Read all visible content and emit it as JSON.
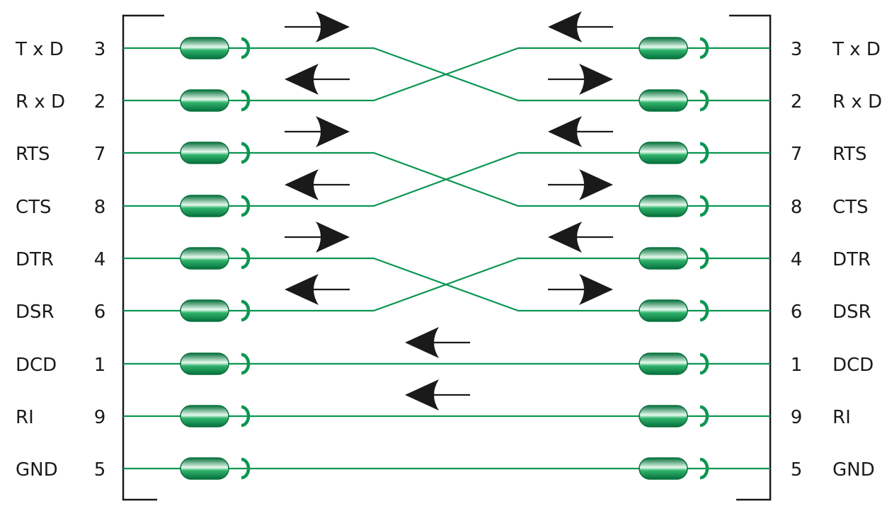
{
  "colors": {
    "wire": "#0b9652",
    "connector_dark": "#06703c",
    "connector_light": "#e8fbef",
    "ink": "#1a1a1a"
  },
  "left_connector": {
    "pins": [
      {
        "signal": "T x D",
        "number": "3"
      },
      {
        "signal": "R x D",
        "number": "2"
      },
      {
        "signal": "RTS",
        "number": "7"
      },
      {
        "signal": "CTS",
        "number": "8"
      },
      {
        "signal": "DTR",
        "number": "4"
      },
      {
        "signal": "DSR",
        "number": "6"
      },
      {
        "signal": "DCD",
        "number": "1"
      },
      {
        "signal": "RI",
        "number": "9"
      },
      {
        "signal": "GND",
        "number": "5"
      }
    ]
  },
  "right_connector": {
    "pins": [
      {
        "signal": "T x D",
        "number": "3"
      },
      {
        "signal": "R x D",
        "number": "2"
      },
      {
        "signal": "RTS",
        "number": "7"
      },
      {
        "signal": "CTS",
        "number": "8"
      },
      {
        "signal": "DTR",
        "number": "4"
      },
      {
        "signal": "DSR",
        "number": "6"
      },
      {
        "signal": "DCD",
        "number": "1"
      },
      {
        "signal": "RI",
        "number": "9"
      },
      {
        "signal": "GND",
        "number": "5"
      }
    ]
  },
  "wiring": [
    {
      "from_left": "T x D",
      "to_right": "R x D",
      "crossed": true
    },
    {
      "from_left": "R x D",
      "to_right": "T x D",
      "crossed": true
    },
    {
      "from_left": "RTS",
      "to_right": "CTS",
      "crossed": true
    },
    {
      "from_left": "CTS",
      "to_right": "RTS",
      "crossed": true
    },
    {
      "from_left": "DTR",
      "to_right": "DSR",
      "crossed": true
    },
    {
      "from_left": "DSR",
      "to_right": "DTR",
      "crossed": true
    },
    {
      "from_left": "DCD",
      "to_right": "DCD",
      "crossed": false
    },
    {
      "from_left": "RI",
      "to_right": "RI",
      "crossed": false
    },
    {
      "from_left": "GND",
      "to_right": "GND",
      "crossed": false
    }
  ],
  "signal_arrows": [
    {
      "signal": "T x D",
      "side": "left",
      "direction": "right"
    },
    {
      "signal": "R x D",
      "side": "left",
      "direction": "left"
    },
    {
      "signal": "RTS",
      "side": "left",
      "direction": "right"
    },
    {
      "signal": "CTS",
      "side": "left",
      "direction": "left"
    },
    {
      "signal": "DTR",
      "side": "left",
      "direction": "right"
    },
    {
      "signal": "DSR",
      "side": "left",
      "direction": "left"
    },
    {
      "signal": "T x D",
      "side": "right",
      "direction": "left"
    },
    {
      "signal": "R x D",
      "side": "right",
      "direction": "right"
    },
    {
      "signal": "RTS",
      "side": "right",
      "direction": "left"
    },
    {
      "signal": "CTS",
      "side": "right",
      "direction": "right"
    },
    {
      "signal": "DTR",
      "side": "right",
      "direction": "left"
    },
    {
      "signal": "DSR",
      "side": "right",
      "direction": "right"
    },
    {
      "signal": "DCD",
      "side": "center",
      "direction": "left"
    },
    {
      "signal": "RI",
      "side": "center",
      "direction": "left"
    }
  ]
}
